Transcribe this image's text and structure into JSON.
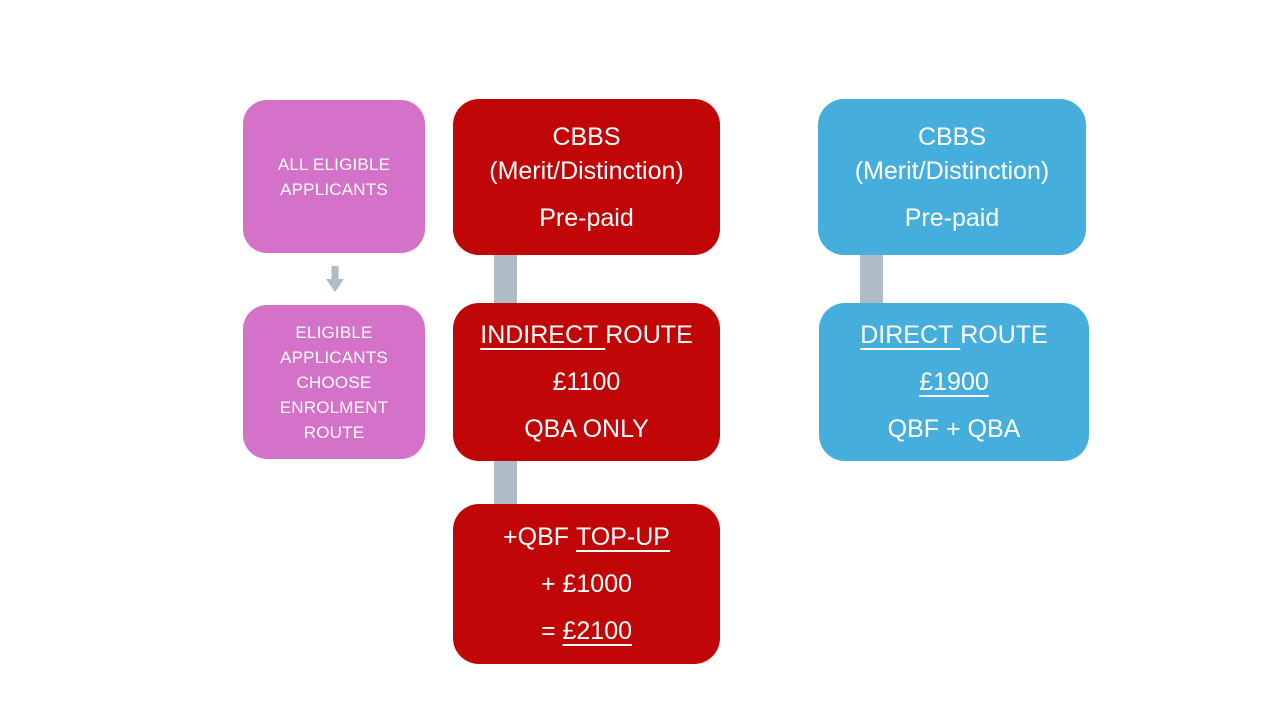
{
  "colors": {
    "background": "#FFFFFF",
    "pink": "#D471C9",
    "red": "#C00607",
    "blue": "#45AEDD",
    "connector": "#AEBCC8",
    "text": "#FFFFFF"
  },
  "eligibility_flow": {
    "all_applicants": "ALL ELIGIBLE\nAPPLICANTS",
    "choose_route": "ELIGIBLE\nAPPLICANTS\nCHOOSE\nENROLMENT\nROUTE"
  },
  "indirect_route": {
    "header_title": "CBBS\n(Merit/Distinction)",
    "header_subtitle": "Pre-paid",
    "route_name_underlined": "INDIRECT ",
    "route_name_rest": "ROUTE",
    "price": "£1100",
    "coverage": "QBA ONLY",
    "topup_prefix": "+QBF ",
    "topup_underlined": "TOP-UP",
    "topup_amount": "+ £1000",
    "total_prefix": "= ",
    "total_underlined": "£2100"
  },
  "direct_route": {
    "header_title": "CBBS\n(Merit/Distinction)",
    "header_subtitle": "Pre-paid",
    "route_name_underlined": "DIRECT ",
    "route_name_rest": "ROUTE",
    "price_underlined": "£1900",
    "coverage": "QBF + QBA"
  }
}
